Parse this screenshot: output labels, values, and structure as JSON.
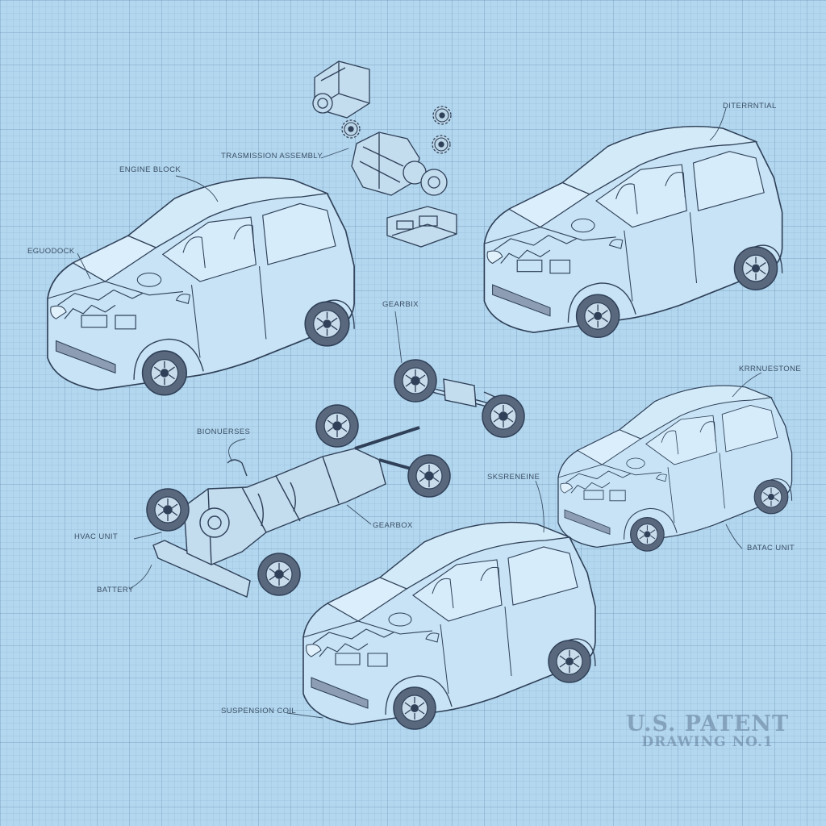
{
  "labels": {
    "engine_block": "ENGINE BLOCK",
    "transmission_assembly": "TRASMISSION ASSEMBLY",
    "garbled_left": "EGUODOCK",
    "differential": "DITERRNTIAL",
    "gearbox_top": "GEARBIX",
    "garbled_right": "KRRNUESTONE",
    "garbled_center": "BIONUERSES",
    "suspension_right": "SKSRENEINE",
    "gearbox_mid": "GEARBOX",
    "hvac_unit": "HVAC UNIT",
    "battery": "BATTERY",
    "batac_unit": "BATAC UNIT",
    "suspension_coil": "SUSPENSION COIL"
  },
  "stamp": {
    "line1": "U.S. PATENT",
    "line2": "DRAWING NO.1"
  },
  "colors": {
    "paper": "#b3d7ee",
    "ink": "#2f4058",
    "body_fill": "#c7e3f5",
    "tire": "#58667a"
  }
}
